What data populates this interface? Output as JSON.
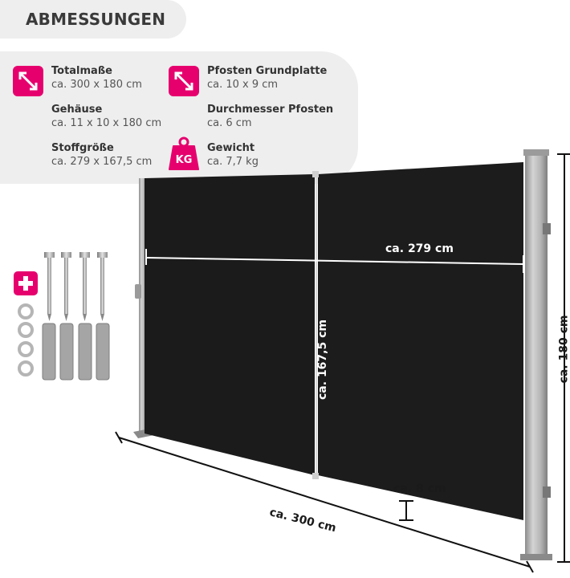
{
  "header": {
    "title": "ABMESSUNGEN"
  },
  "specs": [
    {
      "label": "Totalmaße",
      "value": "ca. 300 x 180 cm",
      "icon": "diagonal-arrow-icon"
    },
    {
      "label": "Gehäuse",
      "value": "ca. 11 x 10 x 180 cm",
      "icon": ""
    },
    {
      "label": "Stoffgröße",
      "value": "ca. 279 x 167,5 cm",
      "icon": ""
    },
    {
      "label": "Pfosten Grundplatte",
      "value": "ca. 10 x 9 cm",
      "icon": "diagonal-arrow-icon"
    },
    {
      "label": "Durchmesser Pfosten",
      "value": "ca. 6 cm",
      "icon": ""
    },
    {
      "label": "Gewicht",
      "value": "ca. 7,7 kg",
      "icon": "weight-kg-icon"
    }
  ],
  "weight_icon_text": "KG",
  "dimensions": {
    "width_fabric": "ca. 279 cm",
    "height_fabric": "ca. 167,5 cm",
    "height_total": "ca. 180 cm",
    "width_total": "ca. 300 cm",
    "ground_gap": "ca. 8 cm"
  },
  "colors": {
    "accent": "#e6006e",
    "panel": "#eeeeee",
    "fabric": "#1b1b1b",
    "post": "#a9a9a9"
  }
}
